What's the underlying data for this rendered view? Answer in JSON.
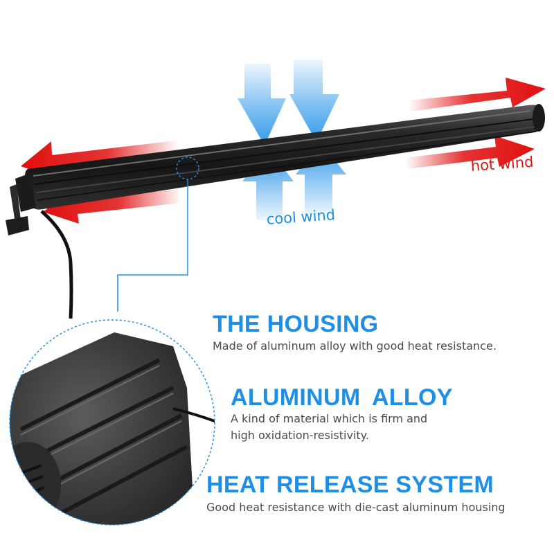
{
  "labels": {
    "cool_wind": "cool wind",
    "hot_wind": "hot wind"
  },
  "features": [
    {
      "title": "THE HOUSING",
      "description": "Made of aluminum alloy with good heat resistance."
    },
    {
      "title": "ALUMINUM  ALLOY",
      "description": "A kind of material which is firm and\nhigh oxidation-resistivity."
    },
    {
      "title": "HEAT RELEASE SYSTEM",
      "description": "Good heat resistance with die-cast aluminum housing"
    }
  ],
  "colors": {
    "accent_blue": "#1f8fe6",
    "cool_blue": "#2a95e8",
    "hot_red": "#e01010",
    "text_gray": "#4a4a4a",
    "housing_black": "#1d1d1d"
  },
  "icons": [
    "hot-wind-arrow",
    "cool-wind-arrow",
    "detail-callout-circle",
    "light-bar"
  ]
}
